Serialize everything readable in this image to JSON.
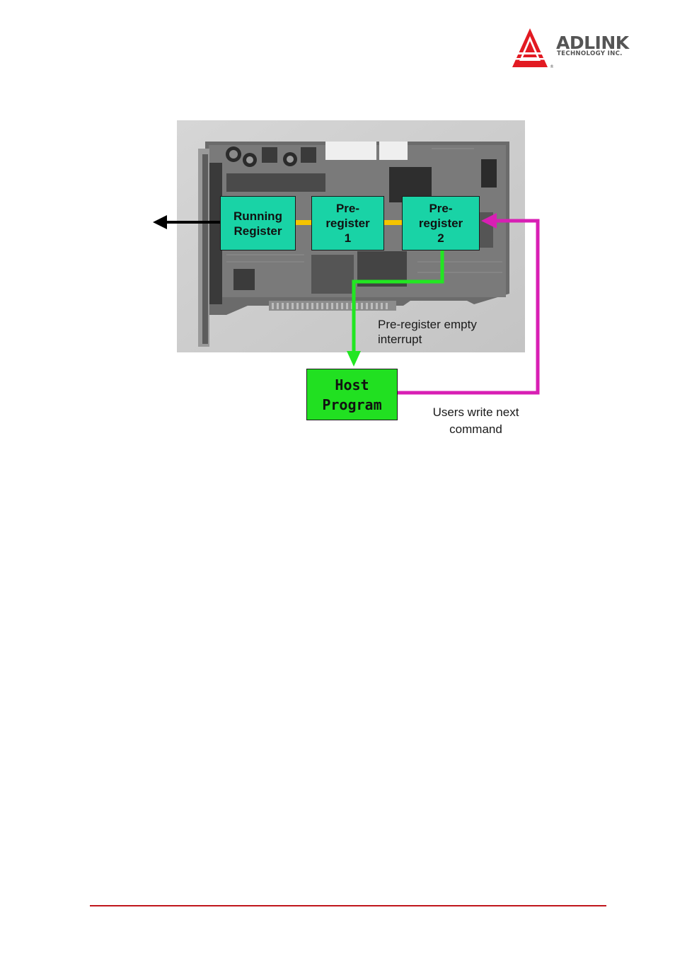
{
  "header": {
    "brand": "ADLINK",
    "brand_sub": "TECHNOLOGY INC.",
    "brand_color": "#e21a22"
  },
  "figure": {
    "registers": [
      {
        "label": "Running\nRegister"
      },
      {
        "label": "Pre-\nregister\n1"
      },
      {
        "label": "Pre-\nregister\n2"
      }
    ],
    "host_program": "Host\nProgram",
    "interrupt_caption": "Pre-register  empty\ninterrupt",
    "write_caption": "Users write next\ncommand",
    "colors": {
      "register_fill": "#19d3a6",
      "host_fill": "#21e021",
      "interrupt_arrow": "#22e622",
      "write_arrow": "#d81fb4",
      "link_bar": "#f5c400",
      "output_arrow": "#000000"
    }
  },
  "footer": {
    "rule_color": "#c0161c"
  }
}
